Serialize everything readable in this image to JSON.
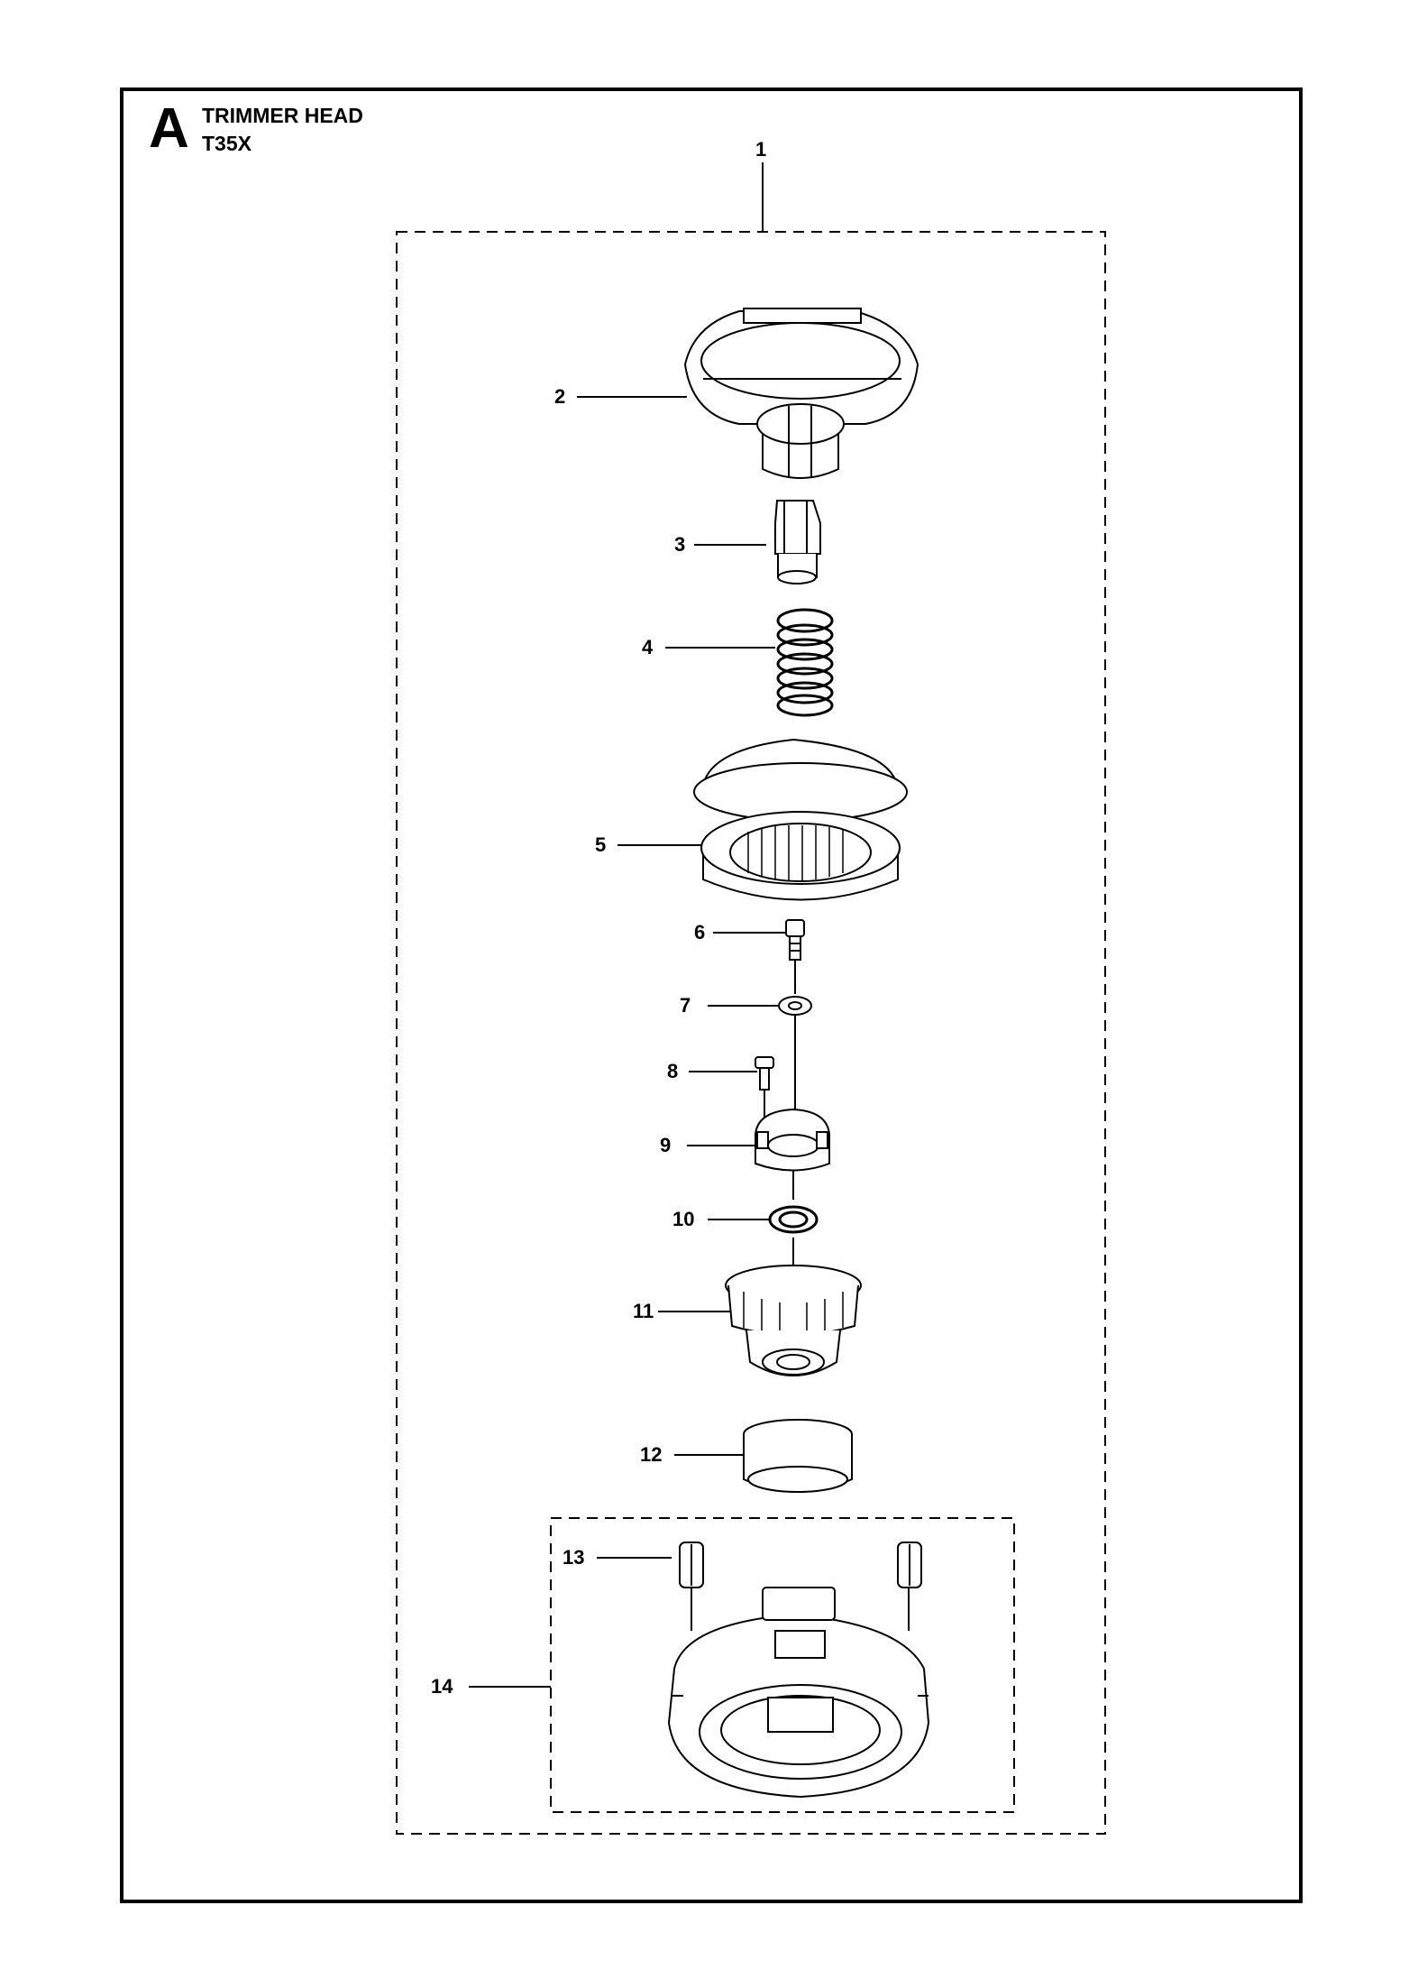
{
  "header": {
    "section_letter": "A",
    "title": "TRIMMER HEAD",
    "model": "T35X"
  },
  "callouts": [
    "1",
    "2",
    "3",
    "4",
    "5",
    "6",
    "7",
    "8",
    "9",
    "10",
    "11",
    "12",
    "13",
    "14"
  ]
}
